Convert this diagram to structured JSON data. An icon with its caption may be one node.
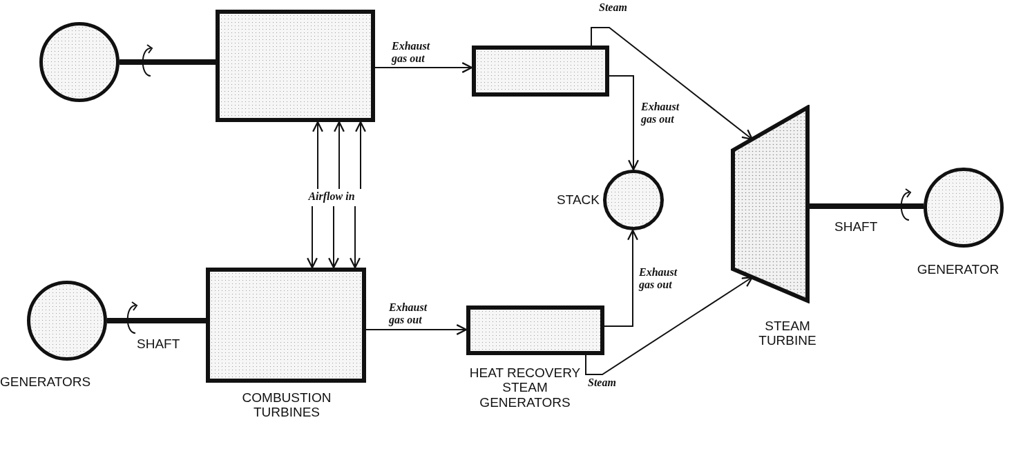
{
  "diagram": {
    "nodes": [
      {
        "text": [],
        "shape": "circle"
      },
      {
        "text": [],
        "shape": "box"
      },
      {
        "text": [],
        "shape": "box"
      },
      {
        "text": [],
        "shape": "circle",
        "beside": [
          "GENERATORS"
        ]
      },
      {
        "text": [],
        "shape": "box",
        "beside": [
          "COMBUSTION TURBINES"
        ]
      },
      {
        "text": [],
        "shape": "box",
        "beside": [
          "HEAT RECOVERY STEAM GENERATORS"
        ]
      },
      {
        "text": [],
        "shape": "circle",
        "beside": [
          "STACK"
        ]
      },
      {
        "text": [],
        "shape": "trapezoid",
        "beside": [
          "STEAM TURBINE"
        ]
      },
      {
        "text": [],
        "shape": "circle",
        "beside": [
          "GENERATOR"
        ]
      },
      {
        "text": [
          "Airflow in"
        ]
      }
    ],
    "edges": [
      {
        "from": 0,
        "to": 1,
        "arrow": "none",
        "style": "thick"
      },
      {
        "from": 3,
        "to": 4,
        "arrow": "none",
        "style": "thick"
      },
      {
        "from": 7,
        "to": 8,
        "arrow": "none",
        "style": "thick"
      },
      {
        "from": 1,
        "to": 2,
        "arrow": "to",
        "label": "Exhaust gas out"
      },
      {
        "from": 4,
        "to": 5,
        "arrow": "to",
        "label": "Exhaust gas out"
      },
      {
        "from": 2,
        "to": 6,
        "arrow": "to",
        "label": "Exhaust gas out"
      },
      {
        "from": 5,
        "to": 6,
        "arrow": "to",
        "label": "Exhaust gas out"
      },
      {
        "from": 2,
        "to": 7,
        "arrow": "to",
        "label": "Steam"
      },
      {
        "from": 5,
        "to": 7,
        "arrow": "to",
        "label": "Steam"
      },
      {
        "from": 9,
        "to": 1,
        "arrow": "to"
      },
      {
        "from": 9,
        "to": 1,
        "arrow": "to"
      },
      {
        "from": 9,
        "to": 1,
        "arrow": "to"
      },
      {
        "from": 9,
        "to": 4,
        "arrow": "to"
      },
      {
        "from": 9,
        "to": 4,
        "arrow": "to"
      },
      {
        "from": 9,
        "to": 4,
        "arrow": "to"
      }
    ],
    "labels": [
      "SHAFT",
      "SHAFT"
    ]
  }
}
